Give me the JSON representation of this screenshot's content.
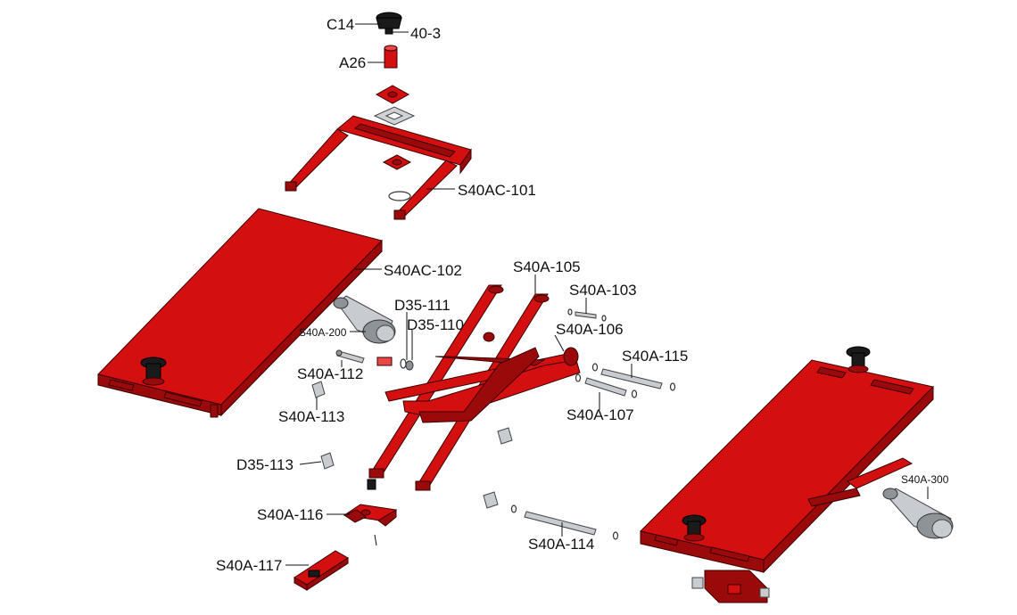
{
  "colors": {
    "part_red": "#d40f0f",
    "part_red_dark": "#9b0a0a",
    "part_red_light": "#e84848",
    "hardware_grey": "#c8ccd0",
    "pad_black": "#1a1a1a"
  },
  "labels": {
    "c14": "C14",
    "p40_3": "40-3",
    "a26": "A26",
    "s40ac_101": "S40AC-101",
    "s40ac_102": "S40AC-102",
    "s40a_105": "S40A-105",
    "s40a_103": "S40A-103",
    "d35_111": "D35-111",
    "d35_110": "D35-110",
    "s40a_200": "S40A-200",
    "s40a_106": "S40A-106",
    "s40a_115": "S40A-115",
    "s40a_112": "S40A-112",
    "s40a_113": "S40A-113",
    "s40a_107": "S40A-107",
    "d35_113": "D35-113",
    "s40a_116": "S40A-116",
    "s40a_114": "S40A-114",
    "s40a_117": "S40A-117",
    "s40a_300": "S40A-300"
  }
}
